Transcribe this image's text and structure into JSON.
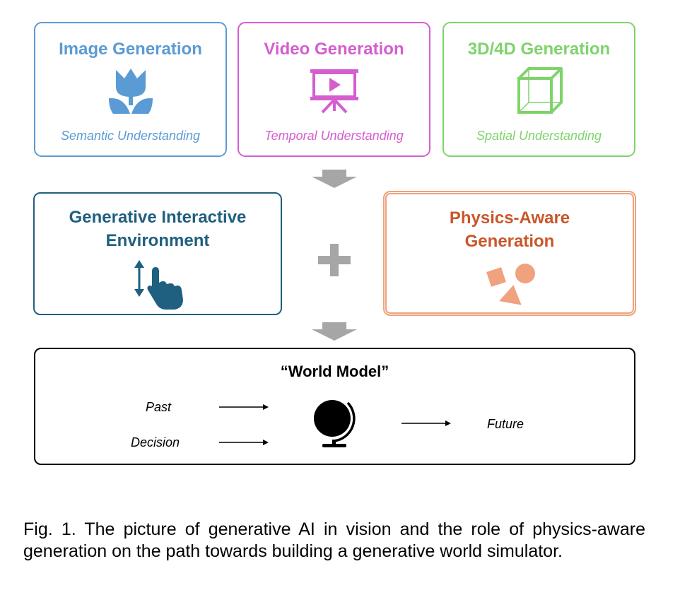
{
  "colors": {
    "image": "#5b9bd5",
    "video": "#d45ed0",
    "threed": "#7ed36b",
    "interactive": "#1f5f7f",
    "physics": "#f0a17e",
    "physics_text": "#c8572a",
    "connector": "#a6a6a6"
  },
  "top_boxes": [
    {
      "title": "Image Generation",
      "subtitle": "Semantic Understanding",
      "icon": "tulip-icon"
    },
    {
      "title": "Video Generation",
      "subtitle": "Temporal Understanding",
      "icon": "presentation-play-icon"
    },
    {
      "title": "3D/4D Generation",
      "subtitle": "Spatial Understanding",
      "icon": "cube-icon"
    }
  ],
  "middle": {
    "interactive": {
      "line1": "Generative Interactive",
      "line2": "Environment",
      "icon": "touch-hand-icon"
    },
    "physics": {
      "line1": "Physics-Aware",
      "line2": "Generation",
      "icon": "shapes-icon"
    },
    "plus_icon": "plus-icon"
  },
  "world_model": {
    "title": "“World Model”",
    "input1": "Past",
    "input2": "Decision",
    "output": "Future",
    "icon": "globe-icon"
  },
  "caption": "Fig. 1. The picture of generative AI in vision and the role of physics-aware generation on the path towards building a generative world simulator."
}
